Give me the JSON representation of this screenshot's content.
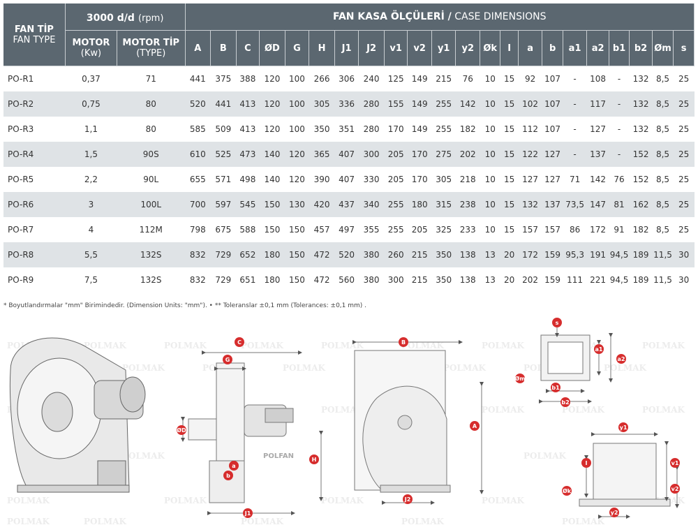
{
  "header": {
    "fan_tip": "FAN TİP",
    "fan_type": "FAN TYPE",
    "speed_bold": "3000 d/d",
    "speed_unit": "(rpm)",
    "motor_bold": "MOTOR",
    "motor_unit": "(Kw)",
    "motor_tip_bold": "MOTOR TİP",
    "motor_tip_sub": "(TYPE)",
    "case_bold": "FAN KASA ÖLÇÜLERİ /",
    "case_sub": "CASE DIMENSIONS",
    "dims": [
      "A",
      "B",
      "C",
      "ØD",
      "G",
      "H",
      "J1",
      "J2",
      "v1",
      "v2",
      "y1",
      "y2",
      "Øk",
      "I",
      "a",
      "b",
      "a1",
      "a2",
      "b1",
      "b2",
      "Øm",
      "s"
    ]
  },
  "rows": [
    [
      "PO-R1",
      "0,37",
      "71",
      "441",
      "375",
      "388",
      "120",
      "100",
      "266",
      "306",
      "240",
      "125",
      "149",
      "215",
      "76",
      "10",
      "15",
      "92",
      "107",
      "-",
      "108",
      "-",
      "132",
      "8,5",
      "25"
    ],
    [
      "PO-R2",
      "0,75",
      "80",
      "520",
      "441",
      "413",
      "120",
      "100",
      "305",
      "336",
      "280",
      "155",
      "149",
      "255",
      "142",
      "10",
      "15",
      "102",
      "107",
      "-",
      "117",
      "-",
      "132",
      "8,5",
      "25"
    ],
    [
      "PO-R3",
      "1,1",
      "80",
      "585",
      "509",
      "413",
      "120",
      "100",
      "350",
      "351",
      "280",
      "170",
      "149",
      "255",
      "182",
      "10",
      "15",
      "112",
      "107",
      "-",
      "127",
      "-",
      "132",
      "8,5",
      "25"
    ],
    [
      "PO-R4",
      "1,5",
      "90S",
      "610",
      "525",
      "473",
      "140",
      "120",
      "365",
      "407",
      "300",
      "205",
      "170",
      "275",
      "202",
      "10",
      "15",
      "122",
      "127",
      "-",
      "137",
      "-",
      "152",
      "8,5",
      "25"
    ],
    [
      "PO-R5",
      "2,2",
      "90L",
      "655",
      "571",
      "498",
      "140",
      "120",
      "390",
      "407",
      "330",
      "205",
      "170",
      "305",
      "218",
      "10",
      "15",
      "127",
      "127",
      "71",
      "142",
      "76",
      "152",
      "8,5",
      "25"
    ],
    [
      "PO-R6",
      "3",
      "100L",
      "700",
      "597",
      "545",
      "150",
      "130",
      "420",
      "437",
      "340",
      "255",
      "180",
      "315",
      "238",
      "10",
      "15",
      "132",
      "137",
      "73,5",
      "147",
      "81",
      "162",
      "8,5",
      "25"
    ],
    [
      "PO-R7",
      "4",
      "112M",
      "798",
      "675",
      "588",
      "150",
      "150",
      "457",
      "497",
      "355",
      "255",
      "205",
      "325",
      "233",
      "10",
      "15",
      "157",
      "157",
      "86",
      "172",
      "91",
      "182",
      "8,5",
      "25"
    ],
    [
      "PO-R8",
      "5,5",
      "132S",
      "832",
      "729",
      "652",
      "180",
      "150",
      "472",
      "520",
      "380",
      "260",
      "215",
      "350",
      "138",
      "13",
      "20",
      "172",
      "159",
      "95,3",
      "191",
      "94,5",
      "189",
      "11,5",
      "30"
    ],
    [
      "PO-R9",
      "7,5",
      "132S",
      "832",
      "729",
      "651",
      "180",
      "150",
      "472",
      "560",
      "380",
      "300",
      "215",
      "350",
      "138",
      "13",
      "20",
      "202",
      "159",
      "111",
      "221",
      "94,5",
      "189",
      "11,5",
      "30"
    ]
  ],
  "note": "* Boyutlandırmalar \"mm\" Birimindedir. (Dimension Units: \"mm\").  •  ** Toleranslar ±0,1 mm (Tolerances: ±0,1 mm) .",
  "brand": {
    "watermark": "POLMAK",
    "motor_label": "POLFAN",
    "accent": "#d62d2d"
  },
  "labels": {
    "C": "C",
    "G": "G",
    "OD": "ØD",
    "H": "H",
    "J1": "J1",
    "a": "a",
    "b": "b",
    "B": "B",
    "A": "A",
    "J2": "J2",
    "s": "s",
    "a1": "a1",
    "a2": "a2",
    "Om": "Øm",
    "b1": "b1",
    "b2": "b2",
    "y1": "y1",
    "I": "I",
    "v1": "v1",
    "v2": "v2",
    "Ok": "Øk",
    "y2": "y2"
  }
}
